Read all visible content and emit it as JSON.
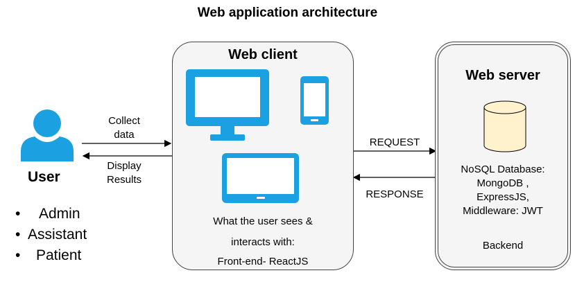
{
  "title": "Web application architecture",
  "user": {
    "label": "User",
    "roles": [
      "Admin",
      "Assistant",
      "Patient"
    ],
    "icon": "user-icon"
  },
  "arrows": {
    "collect": "Collect\ndata",
    "display": "Display\nResults",
    "request": "REQUEST",
    "response": "RESPONSE"
  },
  "client": {
    "title": "Web client",
    "desc_line1": "What the user sees &",
    "desc_line2": "interacts with:",
    "desc_line3": "Front-end- ReactJS",
    "icons": [
      "monitor-icon",
      "phone-icon",
      "tablet-icon"
    ]
  },
  "server": {
    "title": "Web server",
    "db_line1": "NoSQL Database:",
    "db_line2": "MongoDB ,",
    "db_line3": "ExpressJS,",
    "db_line4": "Middleware: JWT",
    "backend": "Backend",
    "icon": "database-icon"
  },
  "colors": {
    "accent": "#1BA1E2",
    "db_fill": "#FFF2CC",
    "db_stroke": "#000000",
    "box_fill": "#F5F5F5"
  }
}
